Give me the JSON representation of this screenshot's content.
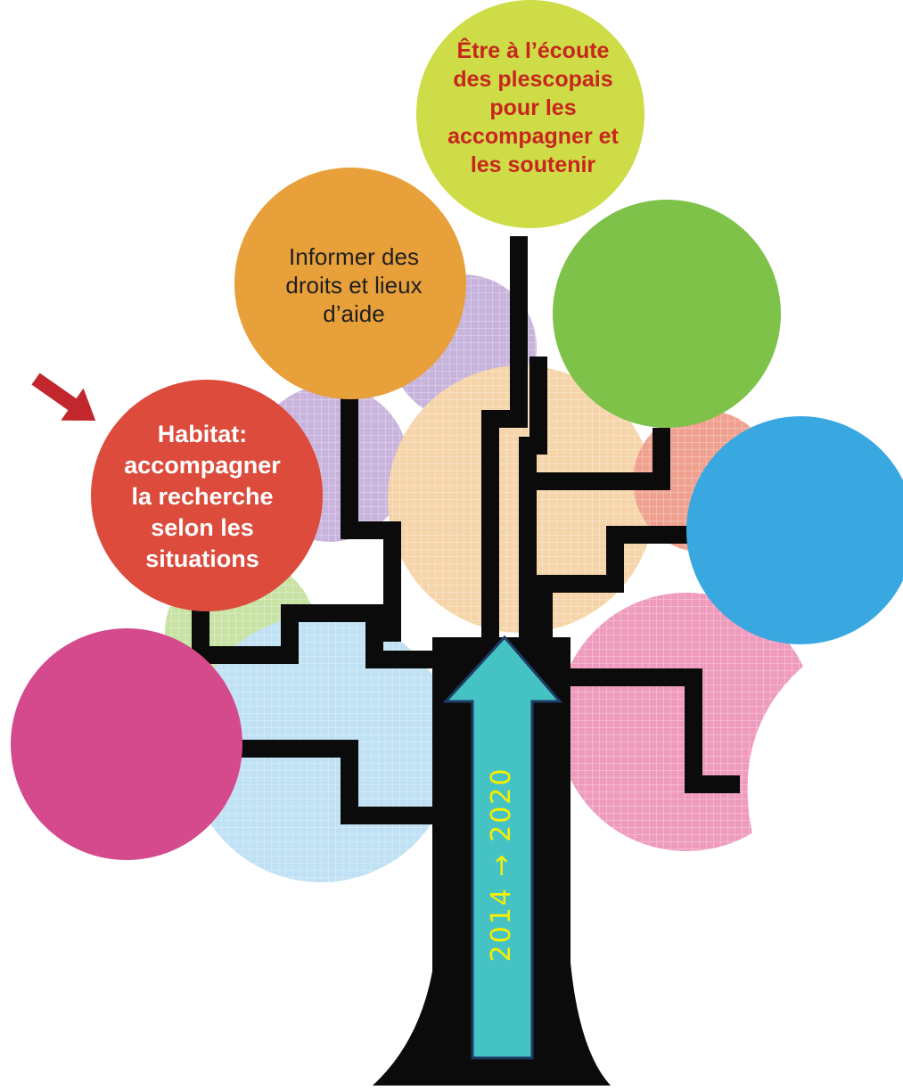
{
  "colors": {
    "background": "#ffffff",
    "trunk": "#0b0b0b",
    "bubble_top": "#cddc47",
    "bubble_orange": "#e8a03a",
    "bubble_green": "#7fc24a",
    "bubble_red": "#dc4b3c",
    "bubble_blue": "#3aa8e0",
    "bubble_magenta": "#d44a8c",
    "title_text": "#c8251e",
    "arrow_fill": "#45c2c4",
    "arrow_stroke": "#1e3d66",
    "year_text": "#f5f000",
    "pointer_arrow": "#c1272d"
  },
  "bubbles": {
    "top": {
      "text": "Être à l’écoute\ndes plescopais\npour les\naccompagner et\nles soutenir"
    },
    "orange": {
      "text": "Informer des\ndroits et lieux\nd’aide"
    },
    "red": {
      "text": "Habitat:\naccompagner\nla recherche\nselon les\nsituations"
    },
    "green": {
      "text": ""
    },
    "blue": {
      "text": ""
    },
    "magenta": {
      "text": ""
    }
  },
  "timeline": {
    "label": "2014 → 2020"
  },
  "icons": {
    "pointer": "arrow-pointer-icon",
    "up_arrow": "up-arrow-icon"
  }
}
